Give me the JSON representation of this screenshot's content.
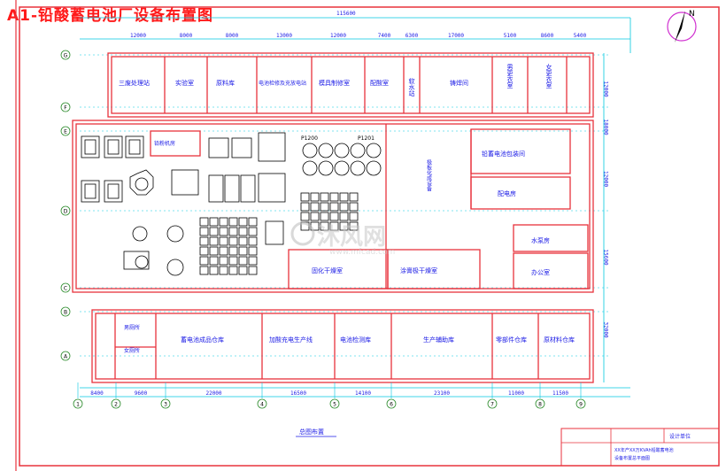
{
  "title": "A1-铅酸蓄电池厂设备布置图",
  "plan_caption": "总图布置",
  "top_total_dim": "115600",
  "watermark": {
    "cn": "沐风网",
    "url": "www.mfcad.com"
  },
  "north_arrow": "N",
  "colors": {
    "wall": "#e8323c",
    "dim": "#00c8e0",
    "label": "#1a1ae6",
    "fill": "#e0e0e0",
    "cad": "#000000",
    "title": "#ff1a1a",
    "accent": "#d030d0"
  },
  "axes": {
    "columns": [
      "1",
      "2",
      "3",
      "4",
      "5",
      "6",
      "7",
      "8",
      "9"
    ],
    "rows": [
      "G",
      "F",
      "E",
      "D",
      "C",
      "B",
      "A"
    ]
  },
  "rooms": {
    "r1": "三废处理站",
    "r2": "实验室",
    "r3": "原料库",
    "r4": "电池检修及充放电站",
    "r5": "模具制修室",
    "r6": "配酸室",
    "r7": "软水站",
    "r8": "铸焊间",
    "r9": "男更衣室",
    "r10": "女更衣室",
    "r11": "铅粉机房",
    "r12": "极板化成设备",
    "r13": "铅蓄电池包装间",
    "r14": "配电房",
    "r15": "水泵房",
    "r16": "办公室",
    "r17": "固化干燥室",
    "r18": "涂膏极干燥室",
    "r19": "男厕所",
    "r20": "女厕所",
    "r21": "蓄电池成品仓库",
    "r22": "加酸充电生产线",
    "r23": "电池检测库",
    "r24": "生产辅助库",
    "r25": "零部件仓库",
    "r26": "原材料仓库"
  },
  "equipment": {
    "p1": "P1200",
    "p2": "P1201"
  },
  "top_dims": [
    "12000",
    "8000",
    "8000",
    "13000",
    "12000",
    "7400",
    "6300",
    "17000",
    "5100",
    "8600",
    "5400"
  ],
  "bottom_dims": [
    "8400",
    "9600",
    "22000",
    "16500",
    "14100",
    "23100",
    "11000",
    "11500"
  ],
  "right_dims": [
    "12000",
    "18000",
    "12000",
    "15600",
    "32000"
  ],
  "title_block": {
    "header": "设计单位",
    "line1": "XX年产XX万KVAh铅酸蓄电池",
    "line2": "设备布置总平面图"
  }
}
